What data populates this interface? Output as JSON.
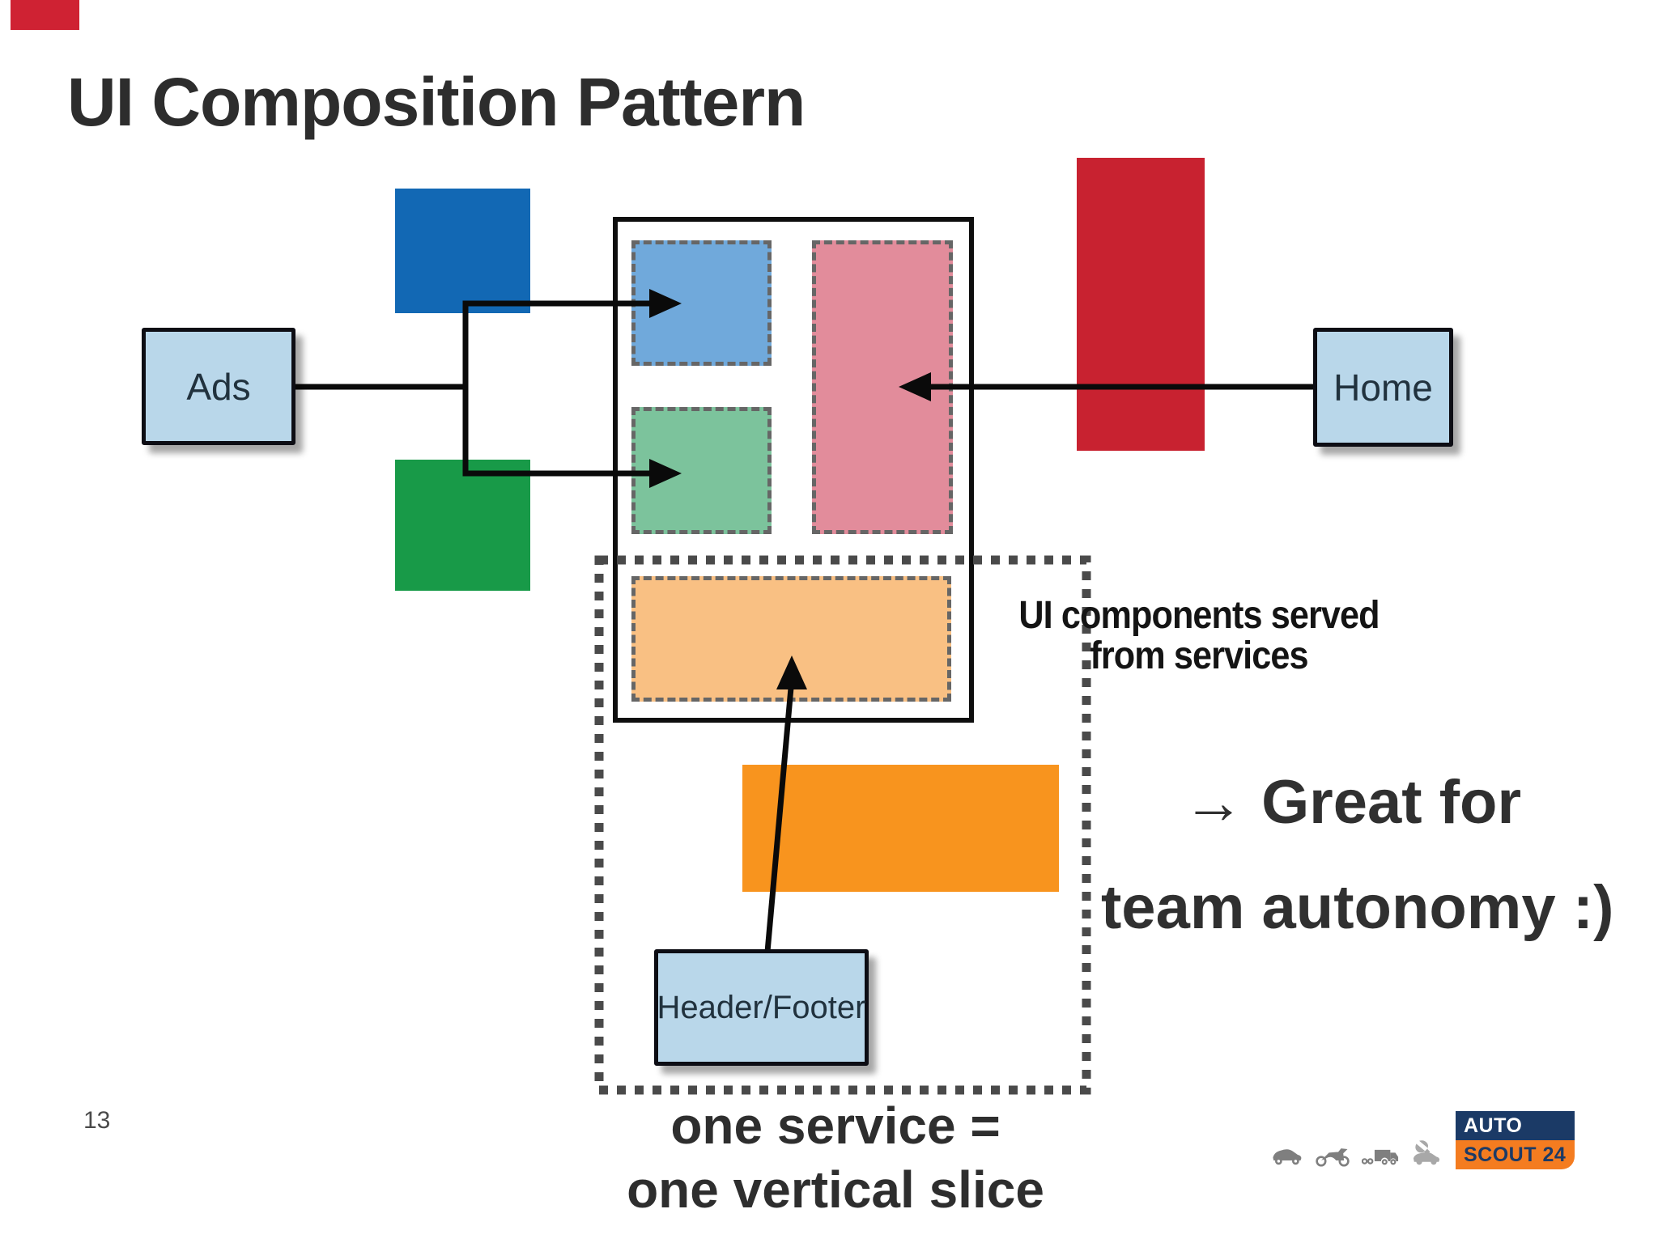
{
  "slide": {
    "title": "UI Composition Pattern",
    "page_number": "13"
  },
  "diagram": {
    "ads_label": "Ads",
    "home_label": "Home",
    "header_footer_label": "Header/Footer",
    "ui_components_caption_line1": "UI components served",
    "ui_components_caption_line2": "from services",
    "takeaway_line1": "→ Great for",
    "takeaway_line2": "team autonomy :)",
    "slice_caption_line1": "one service =",
    "slice_caption_line2": "one vertical slice"
  },
  "logo": {
    "top": "AUTO",
    "bottom": "SCOUT 24"
  },
  "icons": [
    "car-icon",
    "motorcycle-icon",
    "truck-icon",
    "car-repair-icon"
  ],
  "colors": {
    "title_text": "#2d2d2d",
    "label_box_fill": "#b9d7ea",
    "label_box_border": "#0d0d14",
    "blue_square": "#1268b4",
    "green_square": "#189a48",
    "red_bar": "#c82230",
    "orange_bar": "#f8941e",
    "component_blue": "#70a9db",
    "component_green": "#7cc39c",
    "component_pink": "#e28c9b",
    "component_orange": "#f9c083",
    "dashed_border": "#666666",
    "dotted_border": "#4a4a4a",
    "connector": "#0a0a0a",
    "logo_navy": "#1b3a66",
    "logo_orange": "#f47c20",
    "icon_gray": "#7f7f7f",
    "video_marker_red": "#cf2233"
  }
}
